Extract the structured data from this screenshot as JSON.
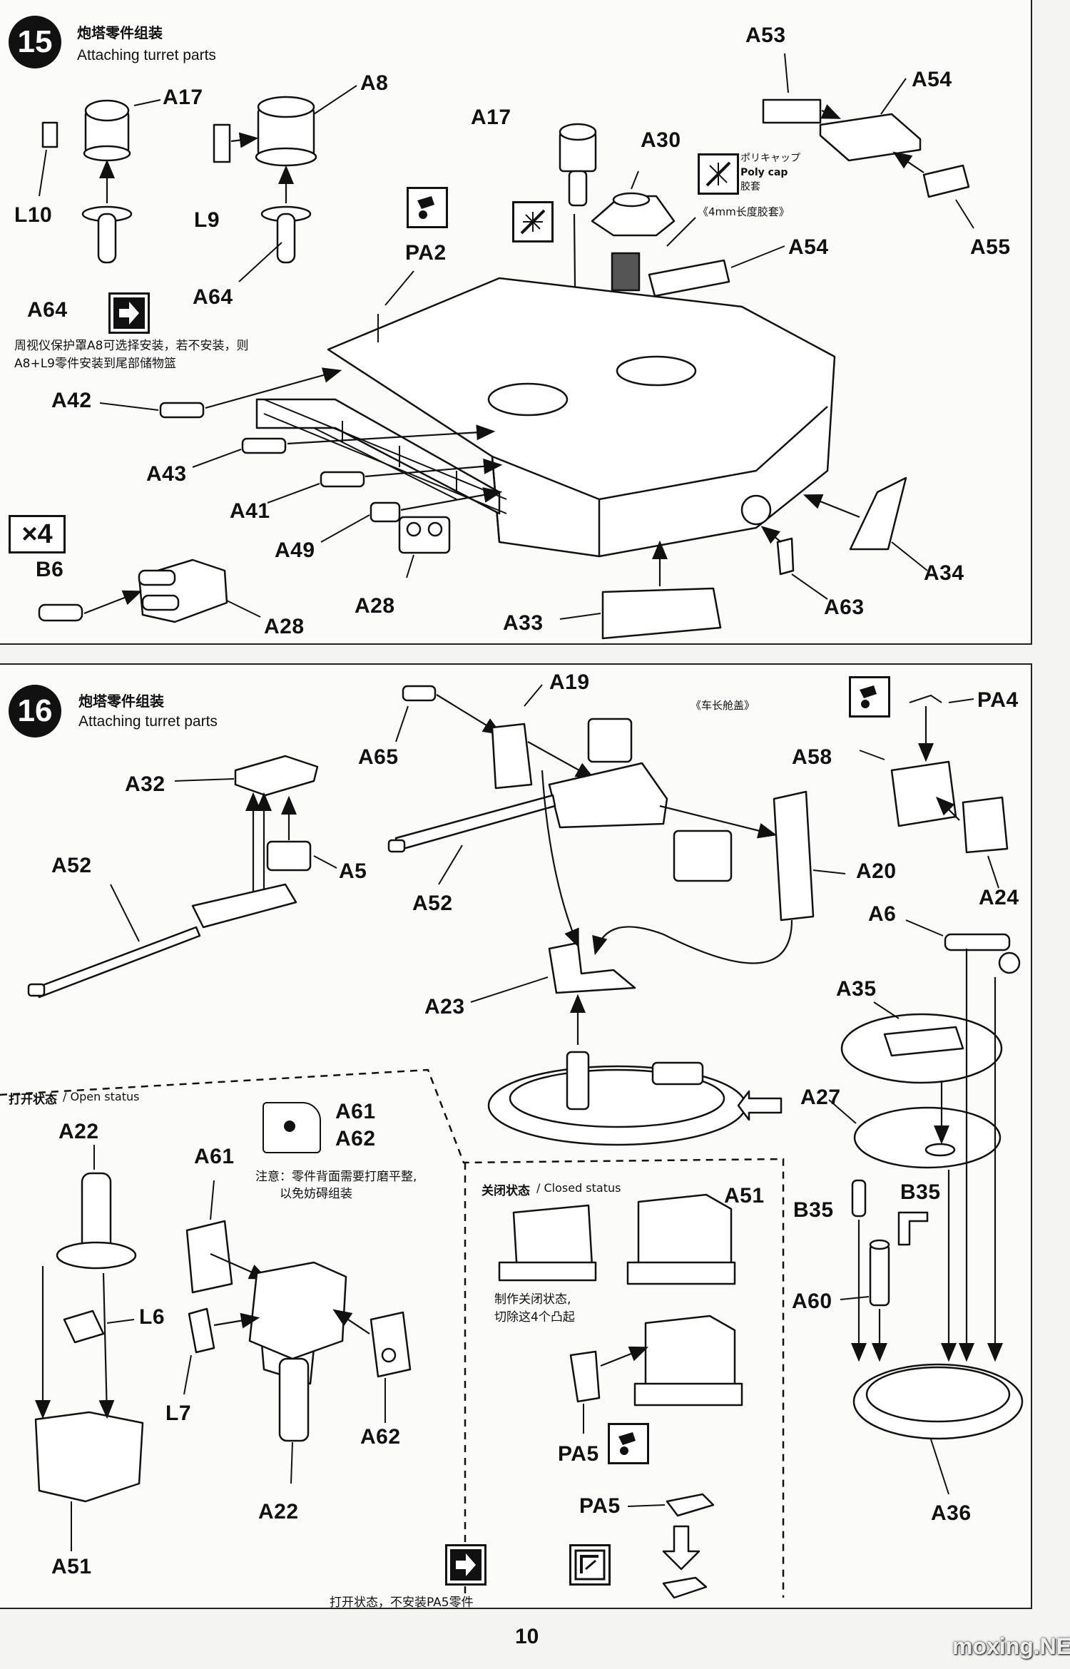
{
  "step15": {
    "number": "15",
    "title_cn": "炮塔零件组装",
    "title_en": "Attaching turret parts",
    "note_cn_line1": "周视仪保护罩A8可选择安装，若不安装，则",
    "note_cn_line2": "A8+L9零件安装到尾部储物篮",
    "polycap_jp": "ポリキャップ",
    "polycap_en": "Poly cap",
    "polycap_cn": "胶套",
    "polycap_len": "《4mm长度胶套》",
    "multiplier": "×4",
    "labels": {
      "a17a": "A17",
      "a8": "A8",
      "a17b": "A17",
      "a30": "A30",
      "a53": "A53",
      "a54a": "A54",
      "a55": "A55",
      "l10": "L10",
      "l9": "L9",
      "pa2": "PA2",
      "a54b": "A54",
      "a64a": "A64",
      "a64b": "A64",
      "a42": "A42",
      "a43": "A43",
      "a41": "A41",
      "a49": "A49",
      "a28a": "A28",
      "a28b": "A28",
      "b6": "B6",
      "a33": "A33",
      "a63": "A63",
      "a34": "A34"
    }
  },
  "step16": {
    "number": "16",
    "title_cn": "炮塔零件组装",
    "title_en": "Attaching turret parts",
    "hatch_cn": "《车长舱盖》",
    "open_status_cn": "打开状态",
    "open_status_en": "/ Open status",
    "closed_status_cn": "关闭状态",
    "closed_status_en": "/ Closed status",
    "sand_note_line1": "注意：零件背面需要打磨平整,",
    "sand_note_line2": "以免妨碍组装",
    "closed_note_line1": "制作关闭状态,",
    "closed_note_line2": "切除这4个凸起",
    "open_note": "打开状态，不安装PA5零件",
    "labels": {
      "a65": "A65",
      "a19": "A19",
      "pa4": "PA4",
      "a58": "A58",
      "a32": "A32",
      "a5": "A5",
      "a52a": "A52",
      "a52b": "A52",
      "a20": "A20",
      "a24": "A24",
      "a6": "A6",
      "a23": "A23",
      "a35": "A35",
      "a27": "A27",
      "a61a": "A61",
      "a62a": "A62",
      "a22a": "A22",
      "a61b": "A61",
      "l6": "L6",
      "l7": "L7",
      "a62b": "A62",
      "a22b": "A22",
      "a51a": "A51",
      "a51b": "A51",
      "b35a": "B35",
      "b35b": "B35",
      "a60": "A60",
      "pa5a": "PA5",
      "pa5b": "PA5",
      "a36": "A36"
    }
  },
  "page_number": "10",
  "watermark": "moxing.NET"
}
